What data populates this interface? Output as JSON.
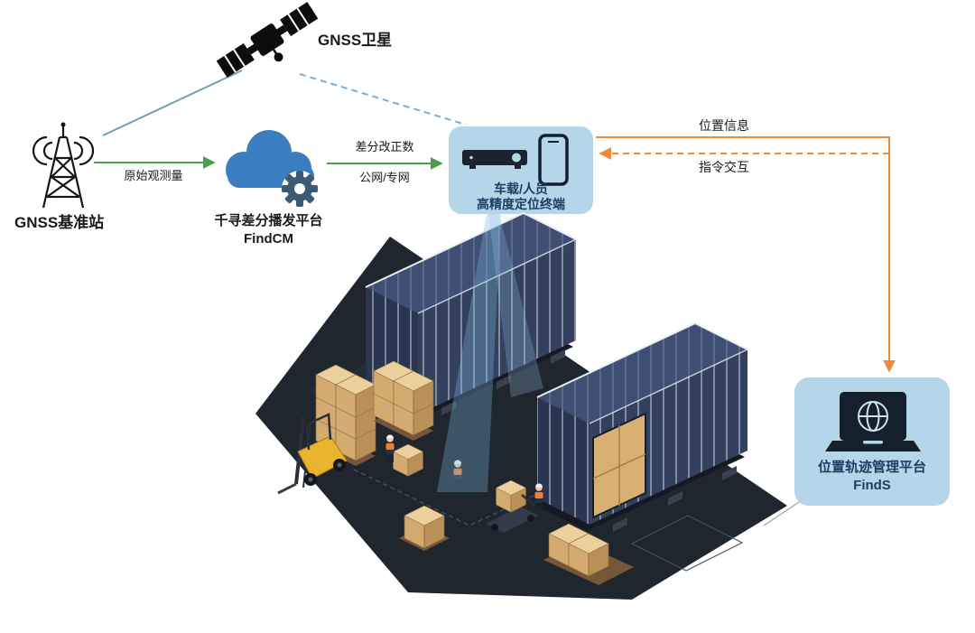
{
  "labels": {
    "satellite": "GNSS卫星",
    "base_station": "GNSS基准站",
    "raw_observation": "原始观测量",
    "cloud_platform_line1": "千寻差分播发平台",
    "cloud_platform_line2": "FindCM",
    "corrections_line1": "差分改正数",
    "corrections_line2": "公网/专网",
    "terminal_line1": "车载/人员",
    "terminal_line2": "高精度定位终端",
    "position_info": "位置信息",
    "command_interaction": "指令交互",
    "mgmt_platform_line1": "位置轨迹管理平台",
    "mgmt_platform_line2": "FindS"
  },
  "icons": {
    "satellite": "satellite-icon",
    "base_station": "radio-tower-icon",
    "cloud": "cloud-icon",
    "gear": "gear-icon",
    "receiver": "receiver-box-icon",
    "phone": "smartphone-icon",
    "laptop_globe": "laptop-globe-icon",
    "forklift": "forklift-icon",
    "containers": "shipping-container-icon",
    "workers": "worker-icon"
  },
  "colors": {
    "arrow_green": "#4a9e4a",
    "arrow_orange": "#ef8a3d",
    "link_steel_blue": "#6f9fb4",
    "link_dashed_blue": "#79aed4",
    "panel_light_blue": "#b5d6e8",
    "text_navy": "#1c3e63",
    "cloud_blue": "#3a7dc0",
    "scene_ground": "#20262e",
    "container_face": "#33415e",
    "box_tan": "#e8c891",
    "forklift_yellow": "#e9b52c"
  }
}
